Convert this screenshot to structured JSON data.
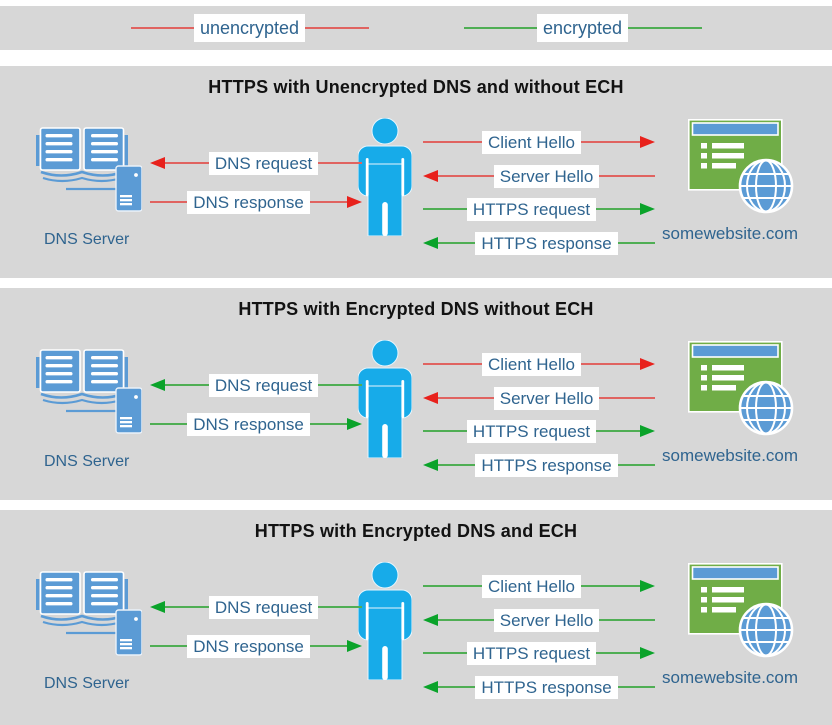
{
  "colors": {
    "panel_bg": "#d7d7d7",
    "label_text": "#2f648f",
    "unencrypted_line": "#e06360",
    "unencrypted_arrow": "#e8211c",
    "encrypted_line": "#4fae54",
    "encrypted_arrow": "#0aa32a",
    "icon_blue": "#5b9bd5",
    "person_blue": "#17abe9",
    "site_green": "#70ad47"
  },
  "icons": {
    "dns_server": "open-book-and-server-icon",
    "user": "person-icon",
    "website": "browser-window-and-globe-icon"
  },
  "legend": {
    "items": [
      {
        "label": "unencrypted",
        "encrypted": false,
        "direction": "none"
      },
      {
        "label": "encrypted",
        "encrypted": true,
        "direction": "none"
      }
    ]
  },
  "panels": [
    {
      "title": "HTTPS with Unencrypted DNS and without ECH",
      "dns_server_label": "DNS Server",
      "website_label": "somewebsite.com",
      "dns_arrows": [
        {
          "label": "DNS request",
          "direction": "left",
          "encrypted": false
        },
        {
          "label": "DNS response",
          "direction": "right",
          "encrypted": false
        }
      ],
      "https_arrows": [
        {
          "label": "Client Hello",
          "direction": "right",
          "encrypted": false
        },
        {
          "label": "Server Hello",
          "direction": "left",
          "encrypted": false
        },
        {
          "label": "HTTPS request",
          "direction": "right",
          "encrypted": true
        },
        {
          "label": "HTTPS response",
          "direction": "left",
          "encrypted": true
        }
      ]
    },
    {
      "title": "HTTPS with Encrypted DNS without ECH",
      "dns_server_label": "DNS Server",
      "website_label": "somewebsite.com",
      "dns_arrows": [
        {
          "label": "DNS request",
          "direction": "left",
          "encrypted": true
        },
        {
          "label": "DNS response",
          "direction": "right",
          "encrypted": true
        }
      ],
      "https_arrows": [
        {
          "label": "Client Hello",
          "direction": "right",
          "encrypted": false
        },
        {
          "label": "Server Hello",
          "direction": "left",
          "encrypted": false
        },
        {
          "label": "HTTPS request",
          "direction": "right",
          "encrypted": true
        },
        {
          "label": "HTTPS response",
          "direction": "left",
          "encrypted": true
        }
      ]
    },
    {
      "title": "HTTPS with Encrypted DNS and ECH",
      "dns_server_label": "DNS Server",
      "website_label": "somewebsite.com",
      "dns_arrows": [
        {
          "label": "DNS request",
          "direction": "left",
          "encrypted": true
        },
        {
          "label": "DNS response",
          "direction": "right",
          "encrypted": true
        }
      ],
      "https_arrows": [
        {
          "label": "Client Hello",
          "direction": "right",
          "encrypted": true
        },
        {
          "label": "Server Hello",
          "direction": "left",
          "encrypted": true
        },
        {
          "label": "HTTPS request",
          "direction": "right",
          "encrypted": true
        },
        {
          "label": "HTTPS response",
          "direction": "left",
          "encrypted": true
        }
      ]
    }
  ]
}
